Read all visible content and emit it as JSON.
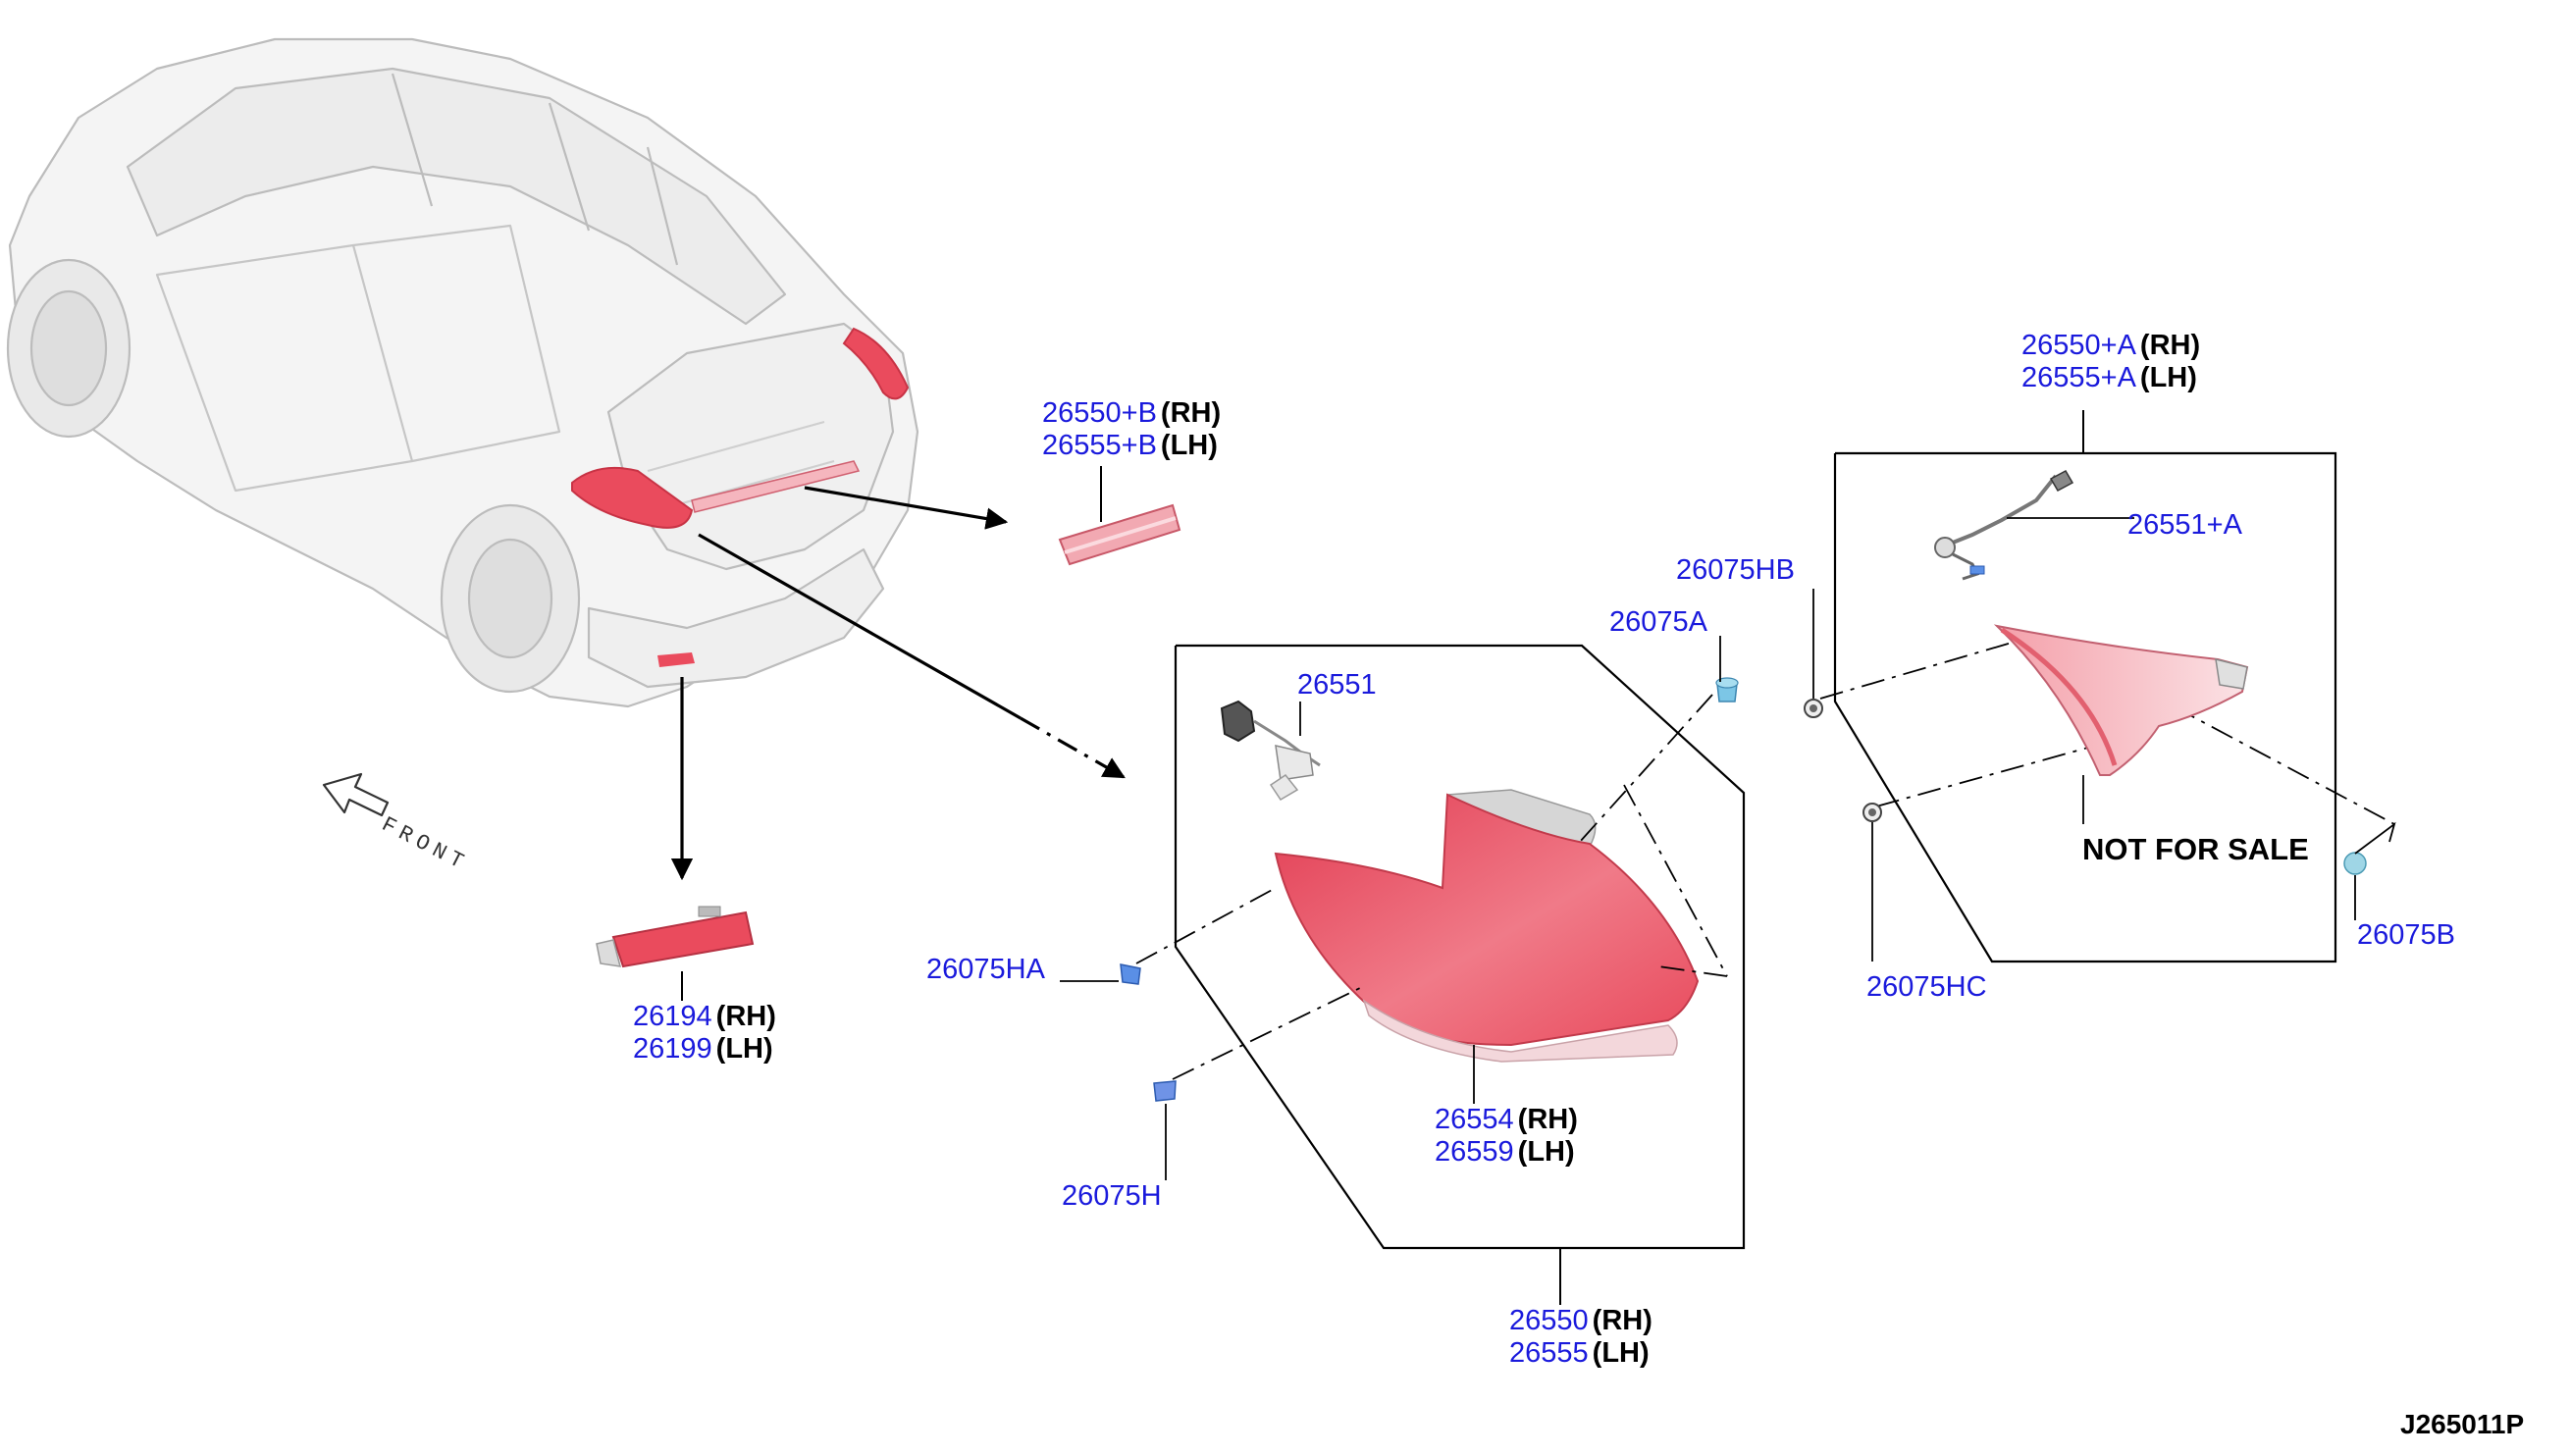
{
  "colors": {
    "part_number": "#1a1adc",
    "lamp_red": "#e8485a",
    "lamp_light": "#f6c9cf",
    "line": "#000000",
    "clip_blue": "#5a8fe6",
    "clip_teal": "#7fc8d8",
    "car_outline": "#b8b8b8"
  },
  "icons": {
    "front_arrow": "arrow-outline-icon",
    "car": "vehicle-rear-3quarter-icon",
    "clip": "clip-fastener-icon",
    "grommet": "grommet-icon",
    "lamp": "rear-combination-lamp-icon",
    "reflector": "rear-reflector-icon",
    "bulb_socket": "bulb-socket-icon",
    "harness": "wire-harness-icon"
  },
  "front_label": "FRONT",
  "labels": {
    "garnish": {
      "rh": "26550+B",
      "rh_side": "(RH)",
      "lh": "26555+B",
      "lh_side": "(LH)"
    },
    "reflector": {
      "rh": "26194",
      "rh_side": "(RH)",
      "lh": "26199",
      "lh_side": "(LH)"
    },
    "bulb_socket": "26551",
    "clip_a": "26075A",
    "clip_hb": "26075HB",
    "clip_ha": "26075HA",
    "clip_h": "26075H",
    "lens": {
      "rh": "26554",
      "rh_side": "(RH)",
      "lh": "26559",
      "lh_side": "(LH)"
    },
    "lamp_assy": {
      "rh": "26550",
      "rh_side": "(RH)",
      "lh": "26555",
      "lh_side": "(LH)"
    },
    "inner_assy": {
      "rh": "26550+A",
      "rh_side": "(RH)",
      "lh": "26555+A",
      "lh_side": "(LH)"
    },
    "harness": "26551+A",
    "clip_hc": "26075HC",
    "clip_b": "26075B",
    "not_for_sale": "NOT FOR SALE",
    "diagram_code": "J265011P"
  }
}
